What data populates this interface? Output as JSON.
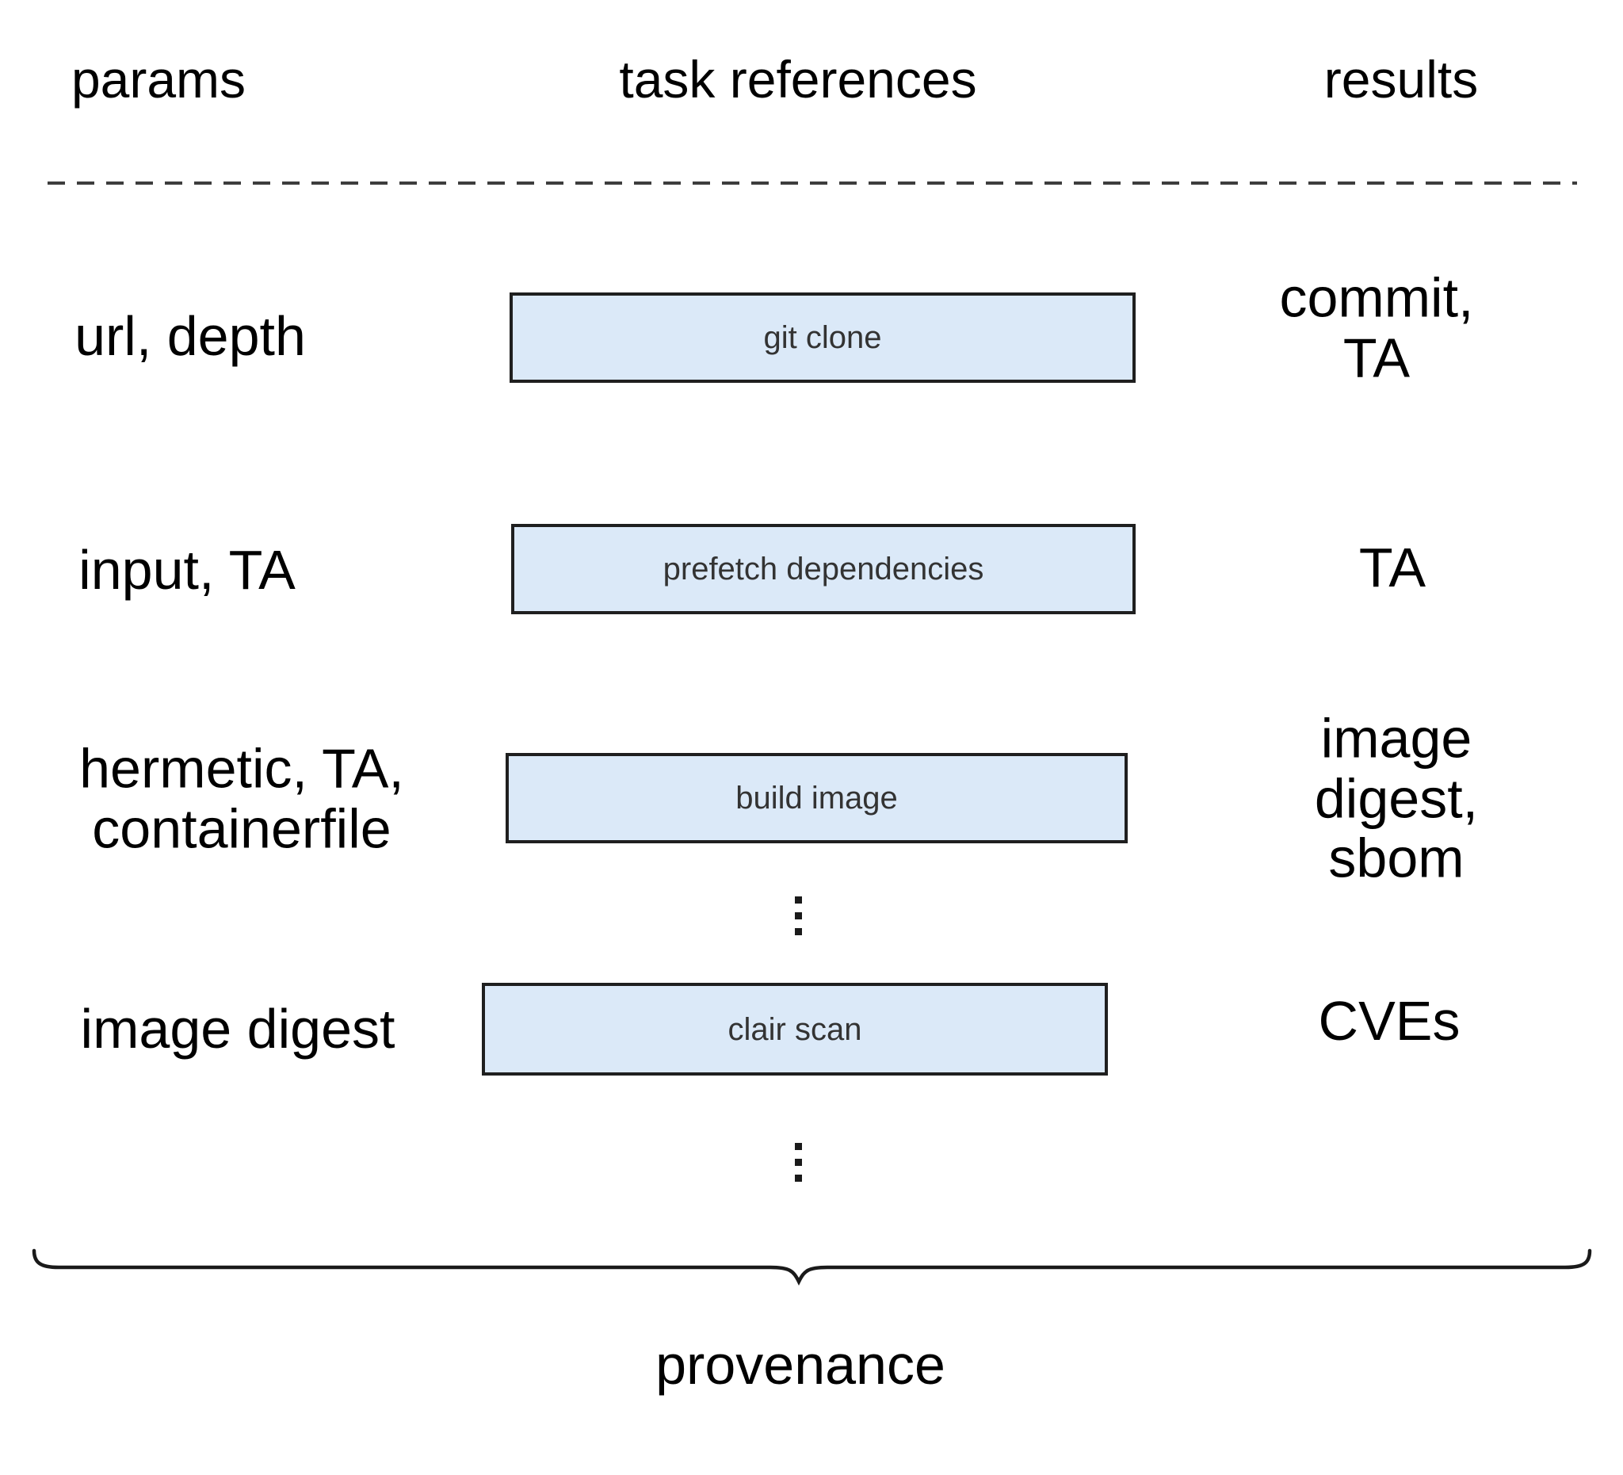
{
  "title": "pipeline tasks params and results diagram",
  "headers": [
    {
      "id": "params",
      "label": "params"
    },
    {
      "id": "task-references",
      "label": "task references"
    },
    {
      "id": "results",
      "label": "results"
    }
  ],
  "rows": [
    {
      "params": "url, depth",
      "task": "git clone",
      "results": "commit, TA"
    },
    {
      "params": "input, TA",
      "task": "prefetch dependencies",
      "results": "TA"
    },
    {
      "params": "hermetic, TA,\ncontainerfile",
      "task": "build image",
      "results": "image digest,\nsbom"
    },
    {
      "params": "image digest",
      "task": "clair scan",
      "results": "CVEs"
    }
  ],
  "icons": {
    "vertical_ellipsis": "⋮"
  },
  "footer": {
    "brace_label": "provenance"
  },
  "colors": {
    "box_fill": "#dbe9f8",
    "box_border": "#1f1f1f",
    "box_text": "#333333",
    "text": "#000000",
    "dash": "#3d3d3d",
    "ink": "#1a1a1a"
  }
}
